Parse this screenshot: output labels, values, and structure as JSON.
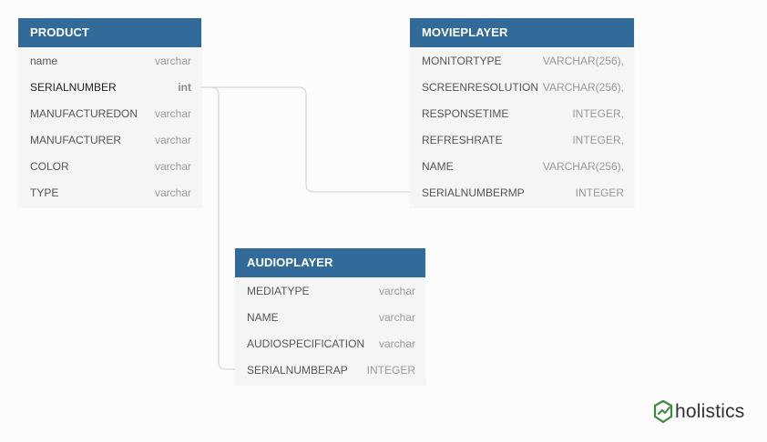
{
  "tables": {
    "product": {
      "title": "PRODUCT",
      "fields": [
        {
          "name": "name",
          "type": "varchar"
        },
        {
          "name": "SERIALNUMBER",
          "type": "int"
        },
        {
          "name": "MANUFACTUREDON",
          "type": "varchar"
        },
        {
          "name": "MANUFACTURER",
          "type": "varchar"
        },
        {
          "name": "COLOR",
          "type": "varchar"
        },
        {
          "name": "TYPE",
          "type": "varchar"
        }
      ]
    },
    "movieplayer": {
      "title": "MOVIEPLAYER",
      "fields": [
        {
          "name": "MONITORTYPE",
          "type": "VARCHAR(256),"
        },
        {
          "name": "SCREENRESOLUTION",
          "type": "VARCHAR(256),"
        },
        {
          "name": "RESPONSETIME",
          "type": "INTEGER,"
        },
        {
          "name": "REFRESHRATE",
          "type": "INTEGER,"
        },
        {
          "name": "NAME",
          "type": "VARCHAR(256),"
        },
        {
          "name": "SERIALNUMBERMP",
          "type": "INTEGER"
        }
      ]
    },
    "audioplayer": {
      "title": "AUDIOPLAYER",
      "fields": [
        {
          "name": "MEDIATYPE",
          "type": "varchar"
        },
        {
          "name": "NAME",
          "type": "varchar"
        },
        {
          "name": "AUDIOSPECIFICATION",
          "type": "varchar"
        },
        {
          "name": "SERIALNUMBERAP",
          "type": "INTEGER"
        }
      ]
    }
  },
  "relationships": [
    {
      "from": "PRODUCT.SERIALNUMBER",
      "to": "MOVIEPLAYER.SERIALNUMBERMP"
    },
    {
      "from": "PRODUCT.SERIALNUMBER",
      "to": "AUDIOPLAYER.SERIALNUMBERAP"
    }
  ],
  "brand": {
    "name": "holistics",
    "icon": "holistics-logo-icon",
    "colors": {
      "icon": "#3d8a3d",
      "header": "#326a99"
    }
  }
}
